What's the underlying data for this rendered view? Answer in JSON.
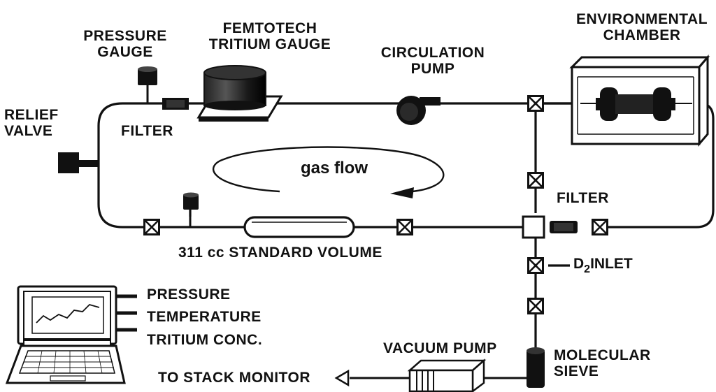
{
  "labels": {
    "pressure_gauge_1": "PRESSURE",
    "pressure_gauge_2": "GAUGE",
    "femtotech_1": "FEMTOTECH",
    "femtotech_2": "TRITIUM GAUGE",
    "circulation_1": "CIRCULATION",
    "circulation_2": "PUMP",
    "env_chamber_1": "ENVIRONMENTAL",
    "env_chamber_2": "CHAMBER",
    "relief_valve_1": "RELIEF",
    "relief_valve_2": "VALVE",
    "filter_left": "FILTER",
    "gas_flow": "gas flow",
    "filter_right": "FILTER",
    "standard_volume": "311 cc STANDARD VOLUME",
    "d2_letter": "D",
    "d2_sub": "2",
    "d2_inlet": "INLET",
    "pressure": "PRESSURE",
    "temperature": "TEMPERATURE",
    "tritium_conc": "TRITIUM CONC.",
    "vacuum_pump": "VACUUM PUMP",
    "molecular_sieve_1": "MOLECULAR",
    "molecular_sieve_2": "SIEVE",
    "stack_monitor": "TO STACK MONITOR"
  }
}
